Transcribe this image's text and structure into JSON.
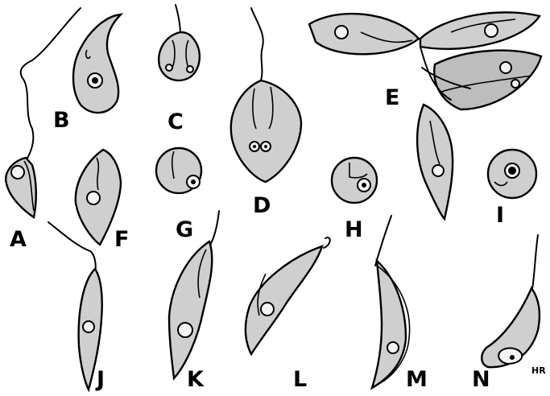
{
  "labels": {
    "A": "A",
    "B": "B",
    "C": "C",
    "D": "D",
    "E": "E",
    "F": "F",
    "G": "G",
    "H": "H",
    "I": "I",
    "J": "J",
    "K": "K",
    "L": "L",
    "M": "M",
    "N": "N"
  },
  "signature": "HR"
}
